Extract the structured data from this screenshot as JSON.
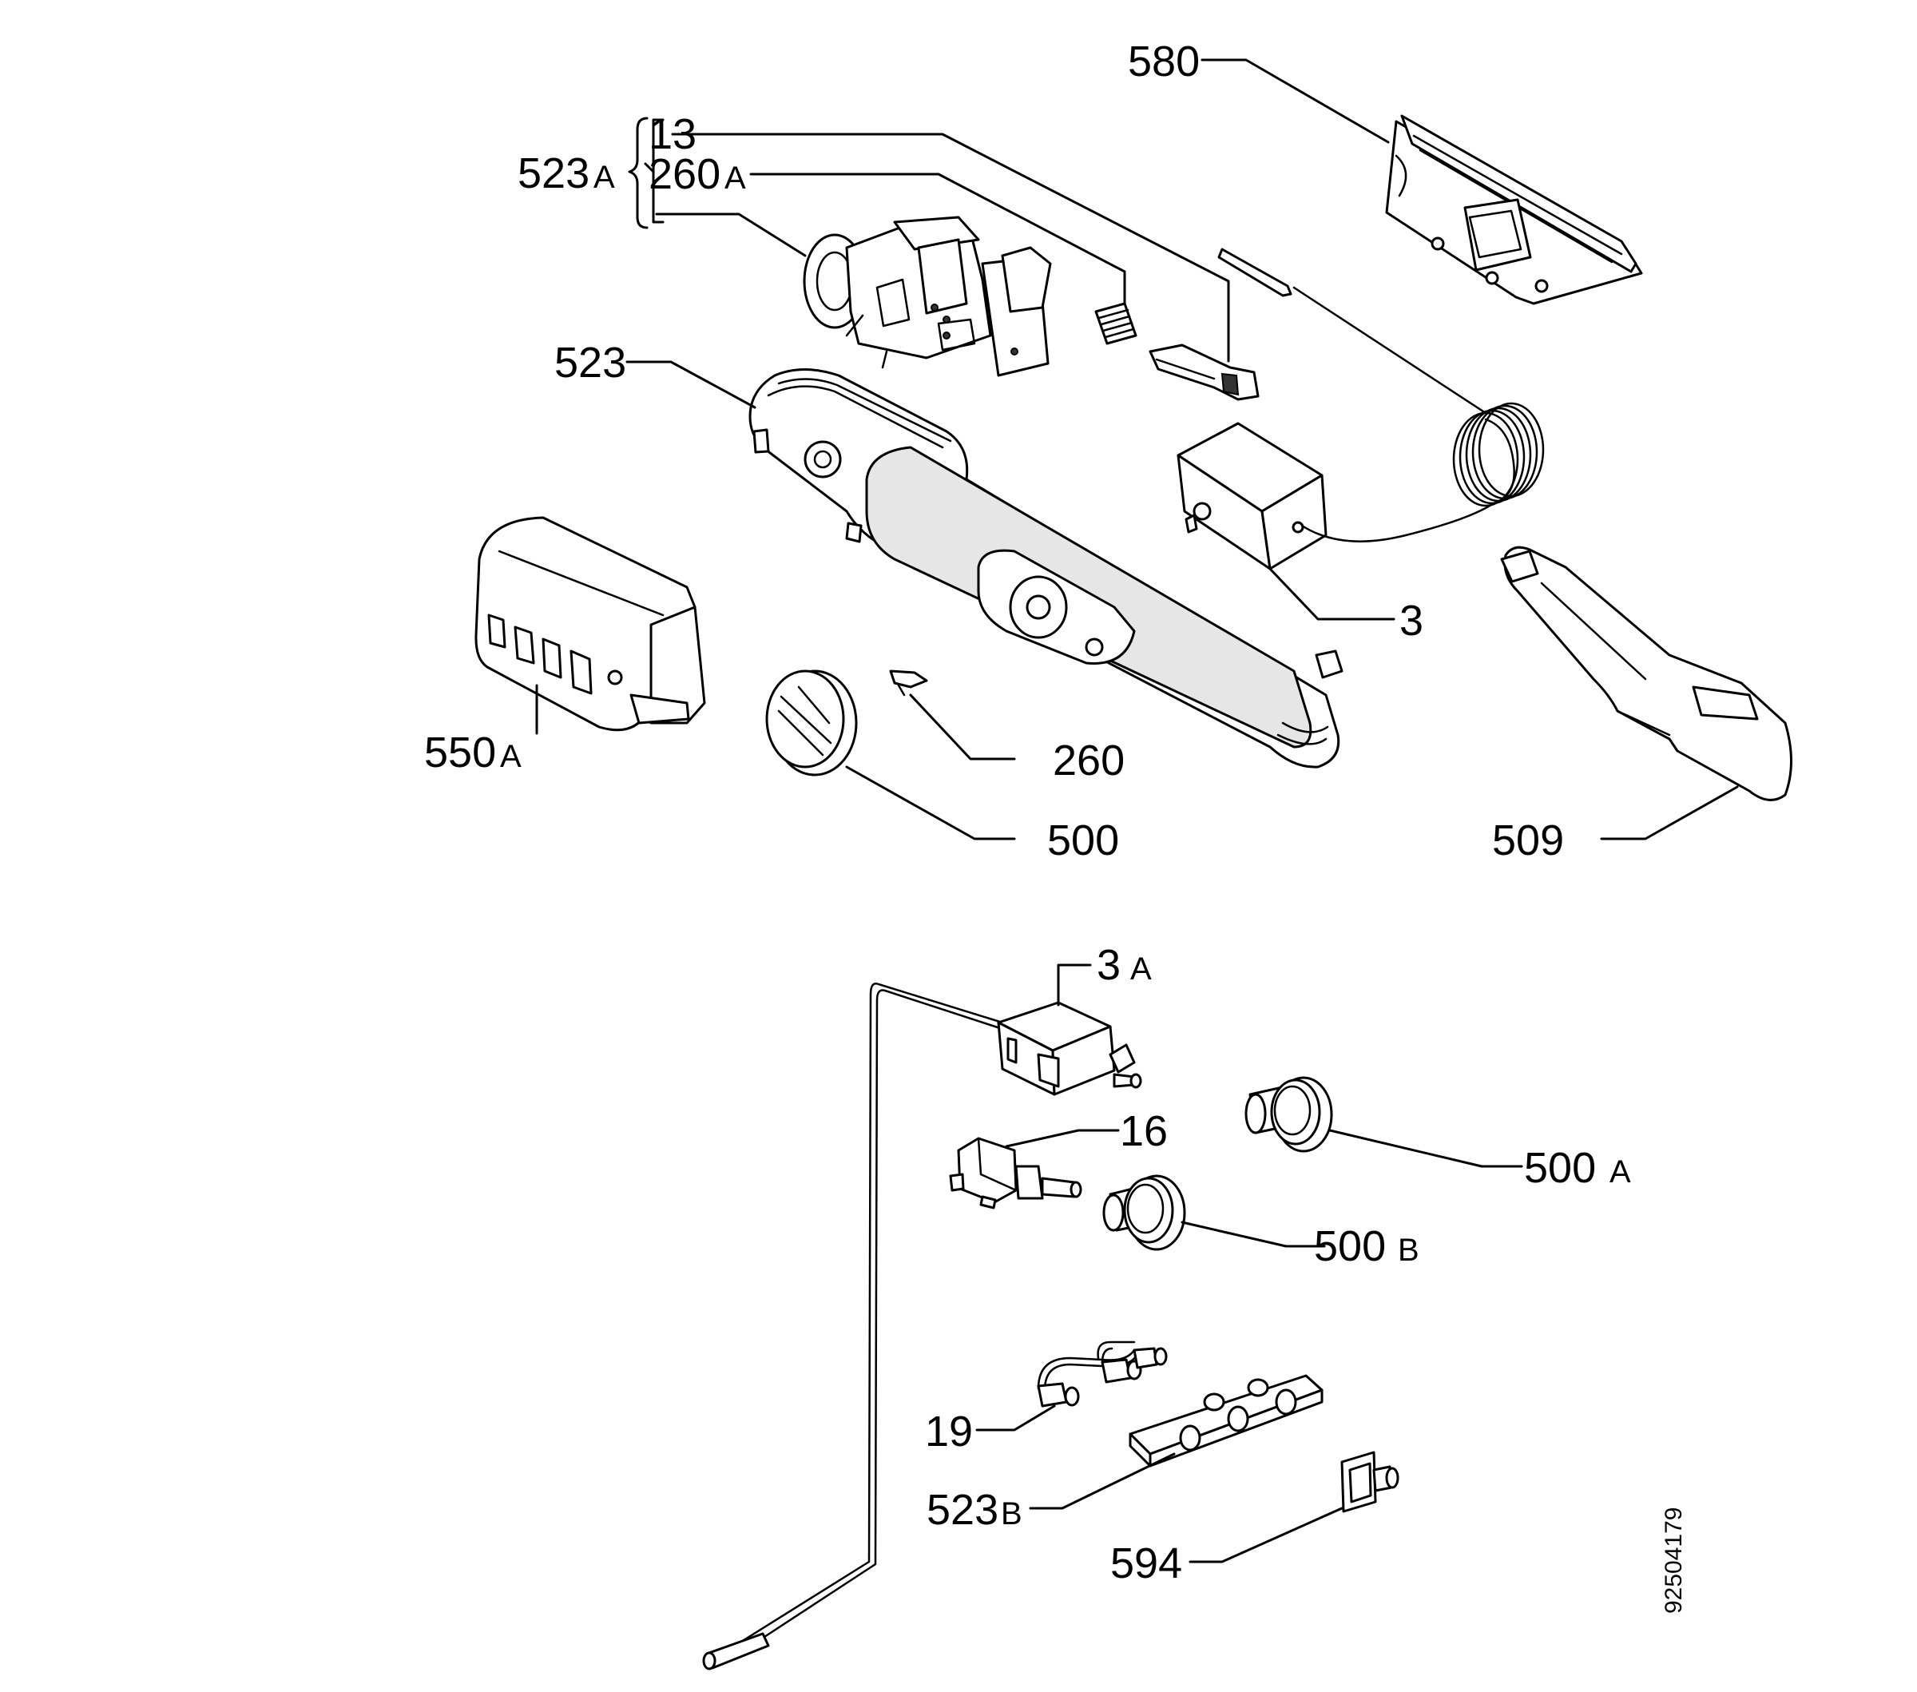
{
  "diagram": {
    "document_number": "92504179",
    "part_labels": {
      "p580": "580",
      "p523A": "523",
      "p523A_suffix": "A",
      "p13": "13",
      "p260A": "260",
      "p260A_suffix": "A",
      "p523": "523",
      "p3": "3",
      "p550A": "550",
      "p550A_suffix": "A",
      "p260": "260",
      "p500": "500",
      "p509": "509",
      "p3A": "3",
      "p3A_suffix": "A",
      "p16": "16",
      "p500A": "500",
      "p500A_suffix": "A",
      "p500B": "500",
      "p500B_suffix": "B",
      "p19": "19",
      "p523B": "523",
      "p523B_suffix": "B",
      "p594": "594"
    }
  }
}
